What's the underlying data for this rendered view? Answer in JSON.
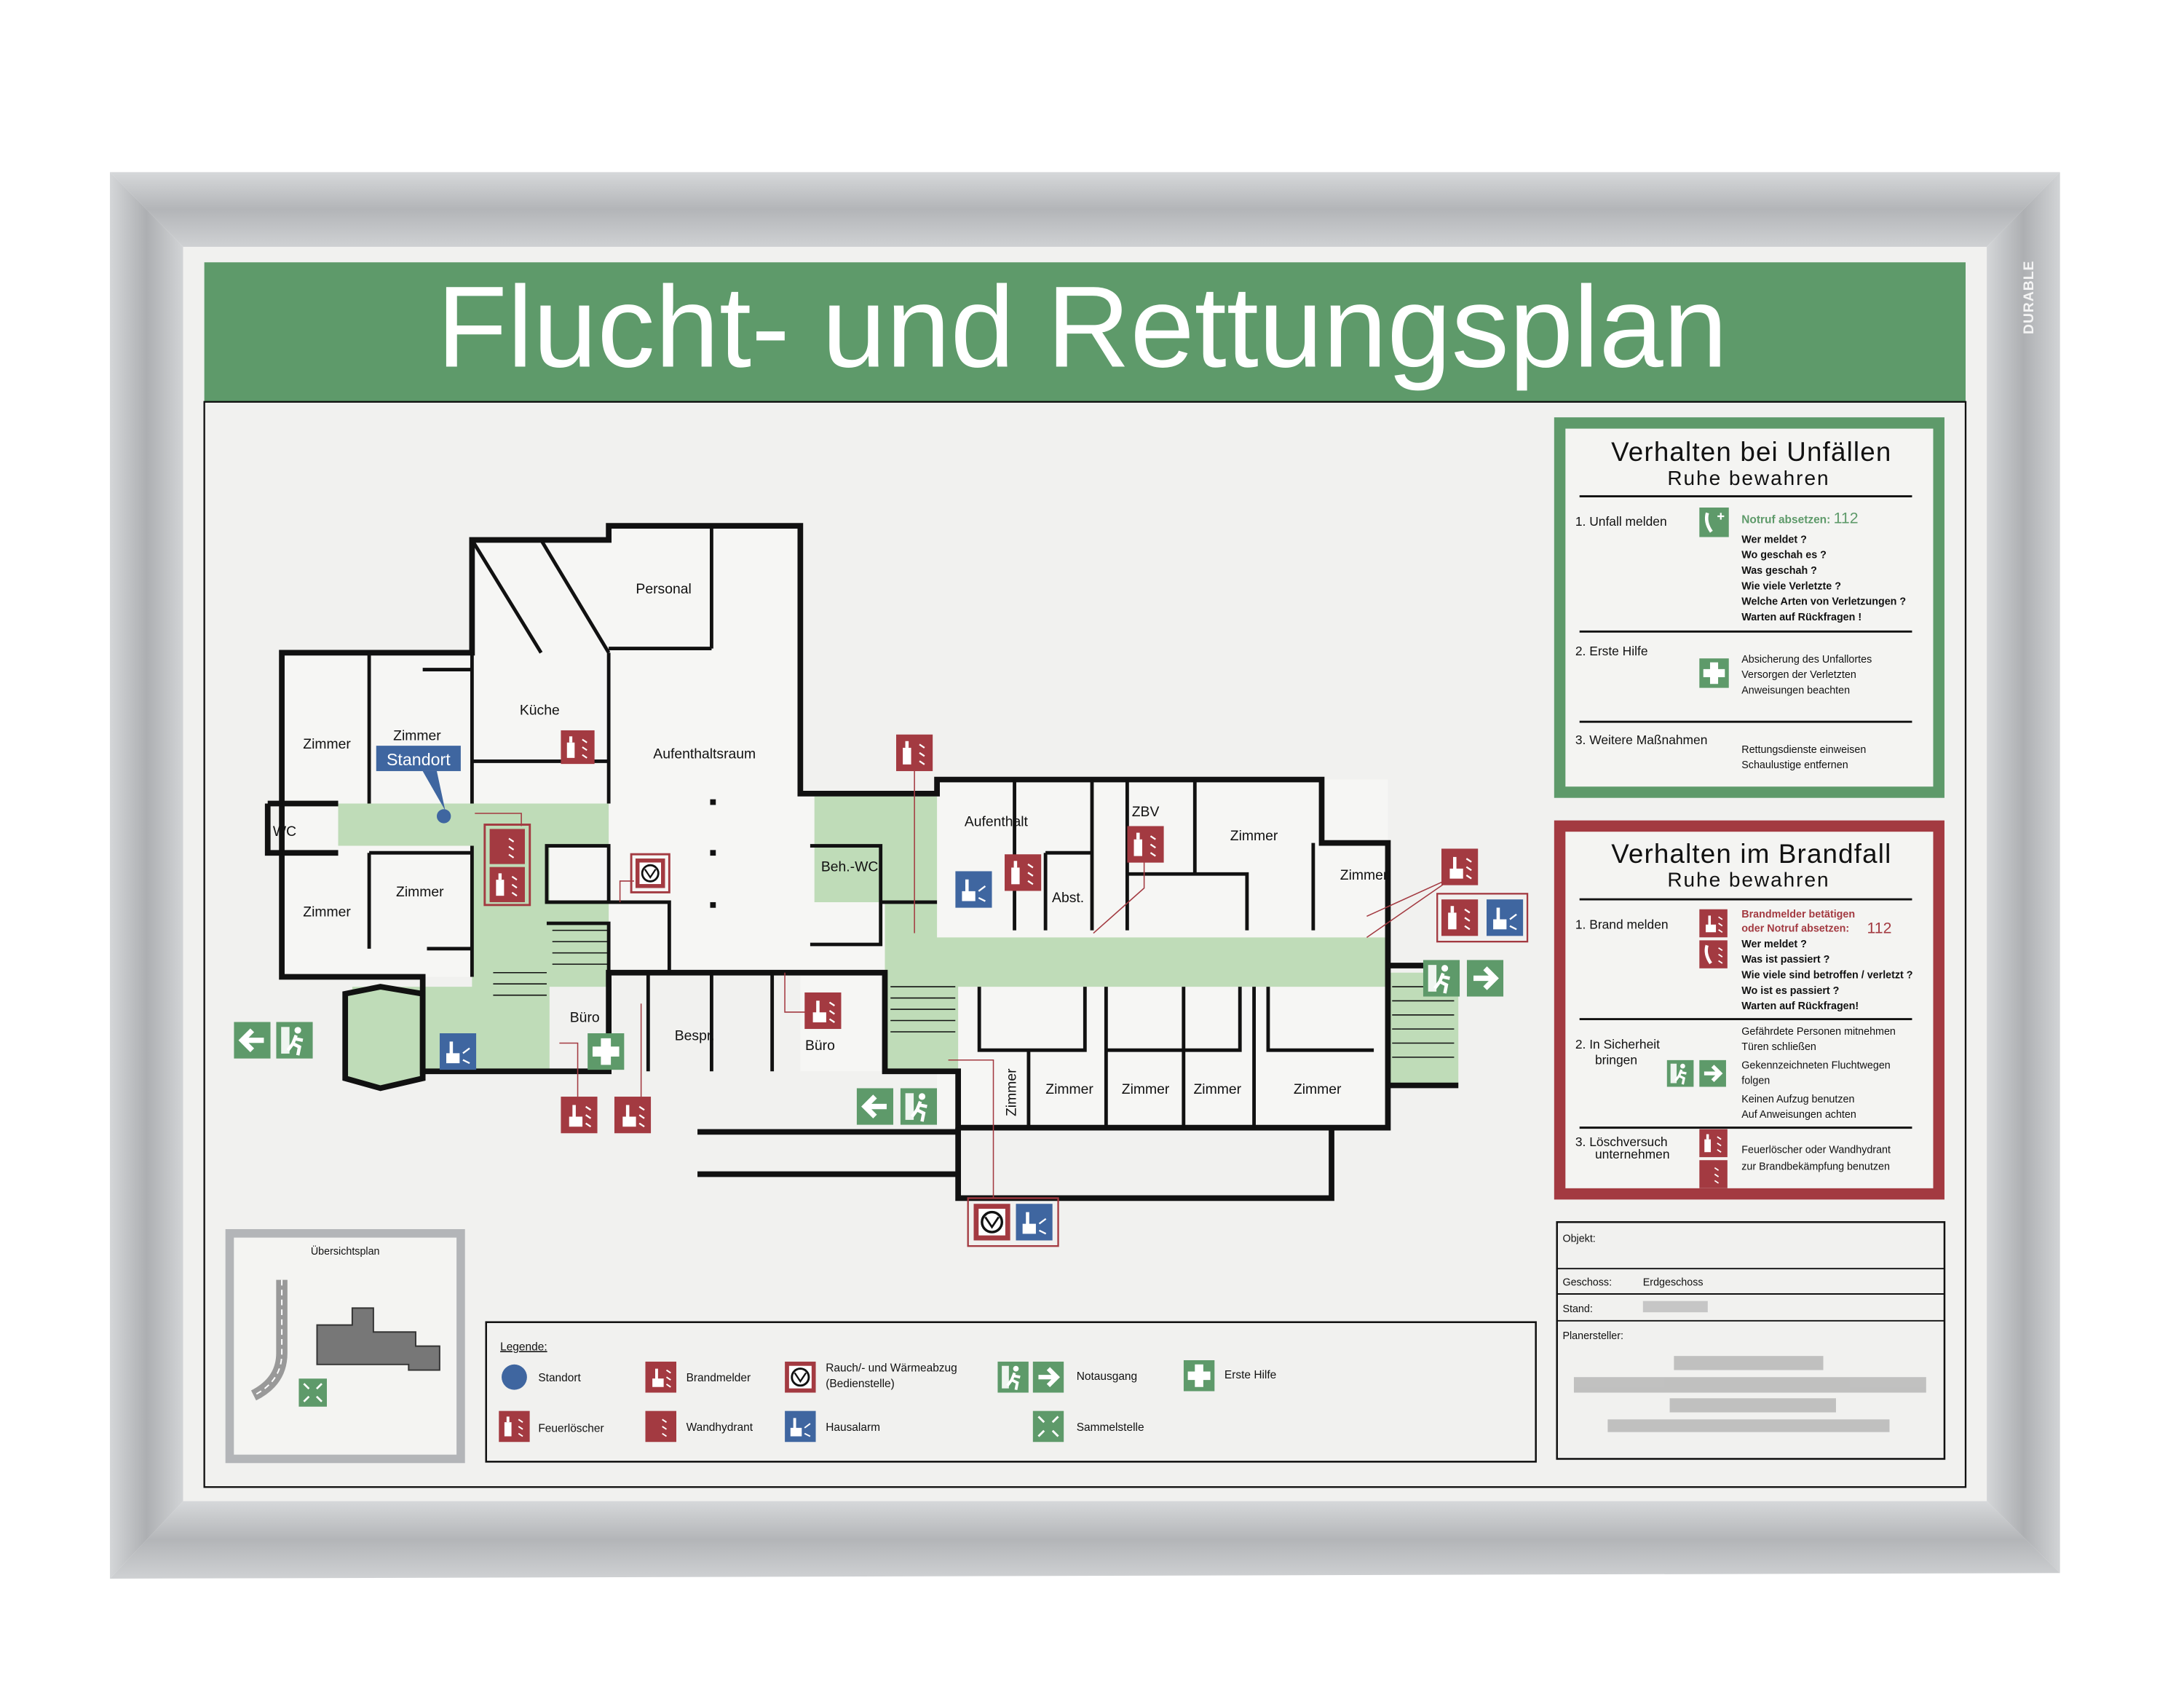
{
  "title": "Flucht- und Rettungsplan",
  "brand_logo": "DURABLE",
  "colors": {
    "green": "#5e9a6a",
    "red": "#a33a41",
    "blue": "#3f66a0",
    "corridor": "#bfdcb8",
    "frame": "#b9bbbd"
  },
  "floorplan": {
    "standort_label": "Standort",
    "rooms": [
      "Personal",
      "Küche",
      "Zimmer",
      "Zimmer",
      "Aufenthaltsraum",
      "WC",
      "Zimmer",
      "Zimmer",
      "Büro",
      "Bespr.",
      "Büro",
      "Beh.-WC",
      "Aufenthalt",
      "ZBV",
      "Zimmer",
      "Abst.",
      "Zimmer",
      "Zimmer",
      "Zimmer",
      "Zimmer",
      "Zimmer",
      "Zimmer"
    ]
  },
  "accident_panel": {
    "title": "Verhalten bei Unfällen",
    "subtitle": "Ruhe bewahren",
    "step1": {
      "label": "1. Unfall melden",
      "emergency_text": "Notruf absetzen:",
      "number": "112",
      "questions": [
        "Wer meldet ?",
        "Wo geschah es ?",
        "Was geschah ?",
        "Wie viele Verletzte ?",
        "Welche Arten von Verletzungen ?",
        "Warten auf Rückfragen !"
      ]
    },
    "step2": {
      "label": "2. Erste Hilfe",
      "lines": [
        "Absicherung des Unfallortes",
        "Versorgen der Verletzten",
        "Anweisungen beachten"
      ]
    },
    "step3": {
      "label": "3. Weitere Maßnahmen",
      "lines": [
        "Rettungsdienste einweisen",
        "Schaulustige entfernen"
      ]
    }
  },
  "fire_panel": {
    "title": "Verhalten im Brandfall",
    "subtitle": "Ruhe bewahren",
    "step1": {
      "label": "1. Brand melden",
      "alarm_line1": "Brandmelder betätigen",
      "alarm_line2": "oder Notruf absetzen:",
      "number": "112",
      "questions": [
        "Wer meldet ?",
        "Was ist passiert ?",
        "Wie viele sind betroffen / verletzt ?",
        "Wo ist es passiert ?",
        "Warten auf Rückfragen!"
      ]
    },
    "step2": {
      "label1": "2. In Sicherheit",
      "label2": "bringen",
      "lines": [
        "Gefährdete Personen mitnehmen",
        "Türen schließen",
        "Gekennzeichneten Fluchtwegen",
        "folgen",
        "Keinen Aufzug benutzen",
        "Auf Anweisungen achten"
      ]
    },
    "step3": {
      "label1": "3. Löschversuch",
      "label2": "unternehmen",
      "lines": [
        "Feuerlöscher oder Wandhydrant",
        "zur Brandbekämpfung benutzen"
      ]
    }
  },
  "info_box": {
    "objekt_label": "Objekt:",
    "geschoss_label": "Geschoss:",
    "geschoss_value": "Erdgeschoss",
    "stand_label": "Stand:",
    "planersteller_label": "Planersteller:"
  },
  "overview": {
    "title": "Übersichtsplan"
  },
  "legend": {
    "title": "Legende:",
    "items": {
      "standort": "Standort",
      "brandmelder": "Brandmelder",
      "rauch_line1": "Rauch/- und Wärmeabzug",
      "rauch_line2": "(Bedienstelle)",
      "notausgang": "Notausgang",
      "erste_hilfe": "Erste Hilfe",
      "feuerloescher": "Feuerlöscher",
      "wandhydrant": "Wandhydrant",
      "hausalarm": "Hausalarm",
      "sammelstelle": "Sammelstelle"
    }
  }
}
